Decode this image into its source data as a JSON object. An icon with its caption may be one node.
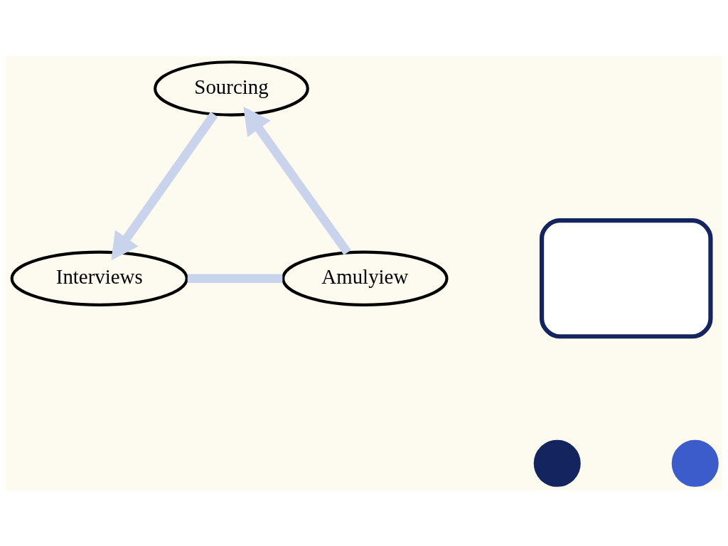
{
  "diagram": {
    "nodes": [
      {
        "text": [
          "Sourcing"
        ]
      },
      {
        "text": [
          "Interviews"
        ]
      },
      {
        "text": [
          "Amulyiew"
        ]
      },
      {
        "text": [],
        "shape": "box"
      },
      {
        "text": [],
        "shape": "circle"
      },
      {
        "text": [],
        "shape": "circle"
      }
    ],
    "edges": [
      {
        "from": 2,
        "to": 0,
        "arrow": "to"
      },
      {
        "from": 0,
        "to": 1,
        "arrow": "to"
      },
      {
        "from": 1,
        "to": 2,
        "arrow": "none"
      }
    ]
  }
}
